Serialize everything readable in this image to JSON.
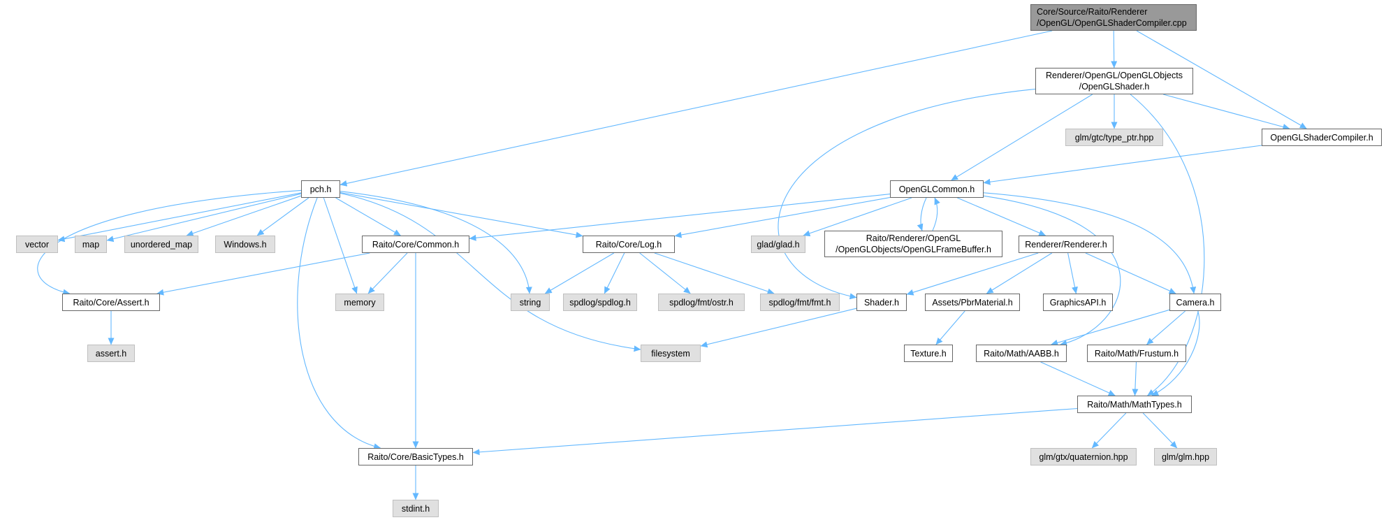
{
  "colors": {
    "edge": "#63b8ff",
    "root_fill": "#999999",
    "local_fill": "#ffffff",
    "system_fill": "#e0e0e0"
  },
  "nodes": {
    "root": [
      "Core/Source/Raito/Renderer",
      "/OpenGL/OpenGLShaderCompiler.cpp"
    ],
    "openglshader_h": [
      "Renderer/OpenGL/OpenGLObjects",
      "/OpenGLShader.h"
    ],
    "glm_type_ptr": "glm/gtc/type_ptr.hpp",
    "openglshadercompiler_h": "OpenGLShaderCompiler.h",
    "pch_h": "pch.h",
    "openglcommon_h": "OpenGLCommon.h",
    "vector": "vector",
    "map": "map",
    "unordered_map": "unordered_map",
    "windows_h": "Windows.h",
    "common_h": "Raito/Core/Common.h",
    "log_h": "Raito/Core/Log.h",
    "glad_h": "glad/glad.h",
    "framebuffer_h": [
      "Raito/Renderer/OpenGL",
      "/OpenGLObjects/OpenGLFrameBuffer.h"
    ],
    "renderer_h": "Renderer/Renderer.h",
    "assert_h": "Raito/Core/Assert.h",
    "memory": "memory",
    "string": "string",
    "spdlog_h": "spdlog/spdlog.h",
    "fmt_ostr_h": "spdlog/fmt/ostr.h",
    "fmt_fmt_h": "spdlog/fmt/fmt.h",
    "shader_h": "Shader.h",
    "pbrmaterial_h": "Assets/PbrMaterial.h",
    "graphicsapi_h": "GraphicsAPI.h",
    "camera_h": "Camera.h",
    "assert_sys_h": "assert.h",
    "filesystem": "filesystem",
    "texture_h": "Texture.h",
    "aabb_h": "Raito/Math/AABB.h",
    "frustum_h": "Raito/Math/Frustum.h",
    "mathtypes_h": "Raito/Math/MathTypes.h",
    "basictypes_h": "Raito/Core/BasicTypes.h",
    "glm_quaternion": "glm/gtx/quaternion.hpp",
    "glm_glm": "glm/glm.hpp",
    "stdint_h": "stdint.h"
  },
  "edges": [
    [
      "root",
      "openglshader_h"
    ],
    [
      "root",
      "openglshadercompiler_h"
    ],
    [
      "root",
      "pch_h"
    ],
    [
      "openglshader_h",
      "glm_type_ptr"
    ],
    [
      "openglshader_h",
      "openglshadercompiler_h"
    ],
    [
      "openglshader_h",
      "openglcommon_h"
    ],
    [
      "openglshader_h",
      "shader_h"
    ],
    [
      "openglshader_h",
      "mathtypes_h"
    ],
    [
      "openglshadercompiler_h",
      "openglcommon_h"
    ],
    [
      "pch_h",
      "vector"
    ],
    [
      "pch_h",
      "map"
    ],
    [
      "pch_h",
      "unordered_map"
    ],
    [
      "pch_h",
      "windows_h"
    ],
    [
      "pch_h",
      "common_h"
    ],
    [
      "pch_h",
      "log_h"
    ],
    [
      "pch_h",
      "assert_h"
    ],
    [
      "pch_h",
      "memory"
    ],
    [
      "pch_h",
      "string"
    ],
    [
      "pch_h",
      "filesystem"
    ],
    [
      "pch_h",
      "basictypes_h"
    ],
    [
      "openglcommon_h",
      "common_h"
    ],
    [
      "openglcommon_h",
      "log_h"
    ],
    [
      "openglcommon_h",
      "glad_h"
    ],
    [
      "openglcommon_h",
      "framebuffer_h"
    ],
    [
      "framebuffer_h",
      "openglcommon_h"
    ],
    [
      "openglcommon_h",
      "renderer_h"
    ],
    [
      "openglcommon_h",
      "camera_h"
    ],
    [
      "openglcommon_h",
      "aabb_h"
    ],
    [
      "common_h",
      "assert_h"
    ],
    [
      "common_h",
      "memory"
    ],
    [
      "common_h",
      "basictypes_h"
    ],
    [
      "log_h",
      "string"
    ],
    [
      "log_h",
      "spdlog_h"
    ],
    [
      "log_h",
      "fmt_ostr_h"
    ],
    [
      "log_h",
      "fmt_fmt_h"
    ],
    [
      "renderer_h",
      "shader_h"
    ],
    [
      "renderer_h",
      "pbrmaterial_h"
    ],
    [
      "renderer_h",
      "graphicsapi_h"
    ],
    [
      "renderer_h",
      "camera_h"
    ],
    [
      "assert_h",
      "assert_sys_h"
    ],
    [
      "shader_h",
      "filesystem"
    ],
    [
      "pbrmaterial_h",
      "texture_h"
    ],
    [
      "camera_h",
      "aabb_h"
    ],
    [
      "camera_h",
      "frustum_h"
    ],
    [
      "camera_h",
      "mathtypes_h"
    ],
    [
      "aabb_h",
      "mathtypes_h"
    ],
    [
      "frustum_h",
      "mathtypes_h"
    ],
    [
      "mathtypes_h",
      "basictypes_h"
    ],
    [
      "mathtypes_h",
      "glm_quaternion"
    ],
    [
      "mathtypes_h",
      "glm_glm"
    ],
    [
      "basictypes_h",
      "stdint_h"
    ]
  ]
}
